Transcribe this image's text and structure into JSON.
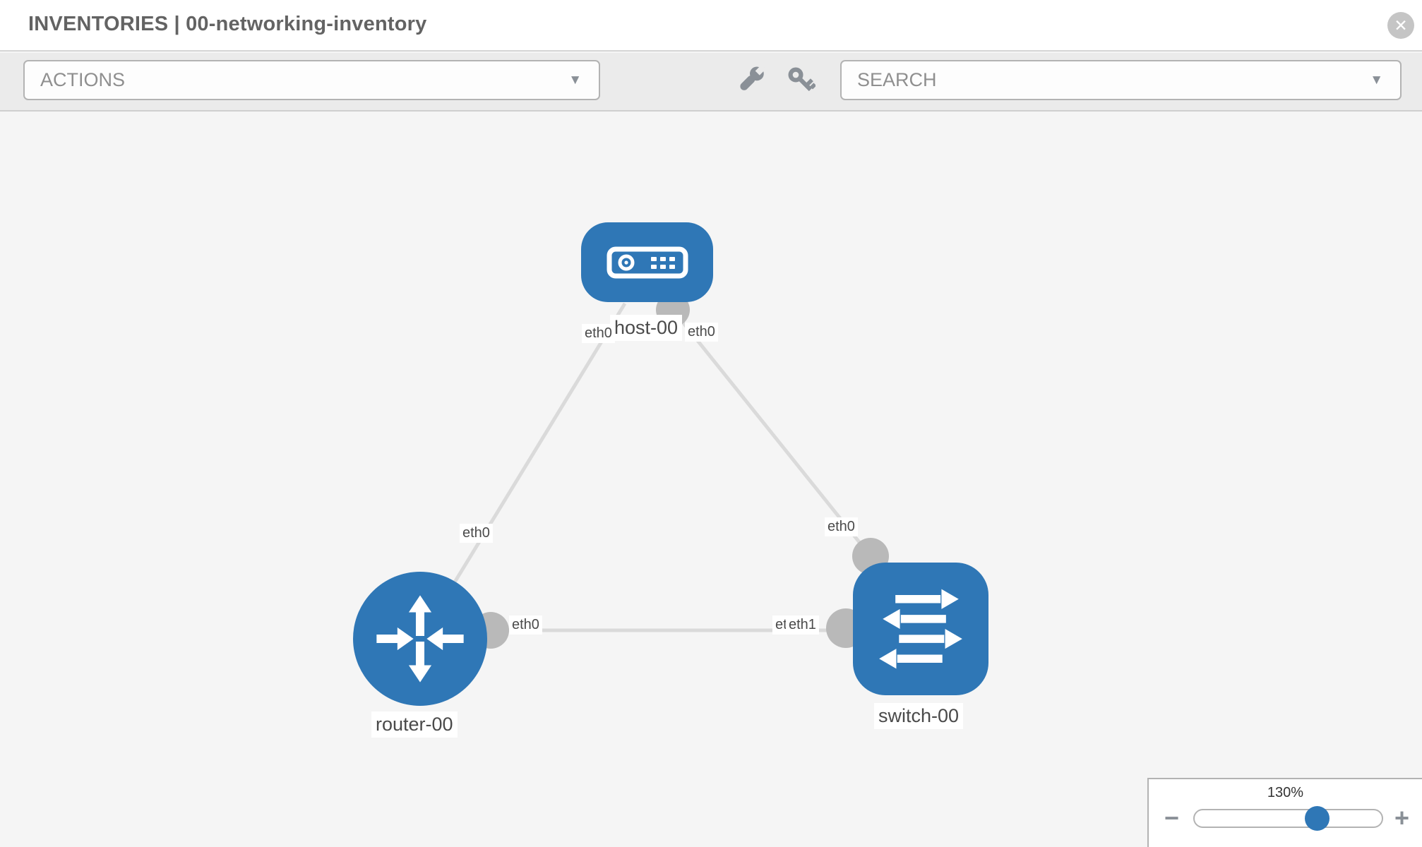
{
  "header": {
    "title": "INVENTORIES | 00-networking-inventory",
    "close_glyph": "✕"
  },
  "toolbar": {
    "actions_label": "ACTIONS",
    "search_label": "SEARCH",
    "caret_glyph": "▼"
  },
  "icons": {
    "close": "circle-x-icon",
    "wrench": "wrench-icon",
    "key": "key-icon",
    "dropdown_caret": "caret-down-icon",
    "host": "server-icon",
    "router": "arrows-cross-icon",
    "switch": "arrows-exchange-icon",
    "zoom_out": "minus-icon",
    "zoom_in": "plus-icon"
  },
  "colors": {
    "node_blue": "#2f77b6",
    "link_gray": "#dadada",
    "connector_gray": "#b9b9b9",
    "toolbar_bg": "#ebebeb",
    "canvas_bg": "#f5f5f5"
  },
  "graph": {
    "nodes": [
      {
        "name": "host-00",
        "type": "host"
      },
      {
        "name": "router-00",
        "type": "router"
      },
      {
        "name": "switch-00",
        "type": "switch"
      }
    ],
    "links": [
      {
        "source": "host-00",
        "source_interface": "eth0",
        "target": "router-00",
        "target_interface": "eth0"
      },
      {
        "source": "host-00",
        "source_interface": "eth0",
        "target": "switch-00",
        "target_interface": "eth0"
      },
      {
        "source": "router-00",
        "source_interface": "eth0",
        "target": "switch-00",
        "target_interface": "eth1"
      }
    ]
  },
  "labels": {
    "switch_if_hidden": "eth0"
  },
  "zoom_control": {
    "value": "130%",
    "minus_glyph": "−",
    "plus_glyph": "+"
  }
}
